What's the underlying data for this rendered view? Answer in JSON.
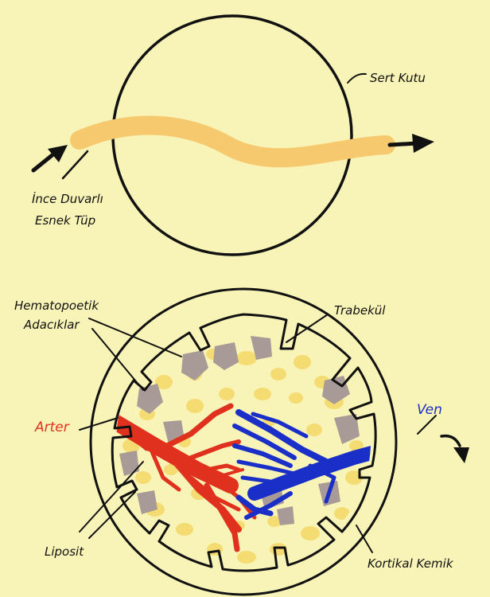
{
  "colors": {
    "background": "#f8f3b6",
    "ink": "#111111",
    "tube": "#f7c96e",
    "artery": "#e0301e",
    "vein": "#1a2ec8",
    "hematopoietic": "#a89a96",
    "liposite": "#f5dc72"
  },
  "top_diagram": {
    "hard_box_label": "Sert Kutu",
    "tube_label_line1": "İnce Duvarlı",
    "tube_label_line2": "Esnek Tüp"
  },
  "bottom_diagram": {
    "hematopoietic_line1": "Hematopoetik",
    "hematopoietic_line2": "Adacıklar",
    "trabecula_label": "Trabekül",
    "artery_label": "Arter",
    "vein_label": "Ven",
    "liposite_label": "Liposit",
    "cortical_label": "Kortikal Kemik"
  }
}
